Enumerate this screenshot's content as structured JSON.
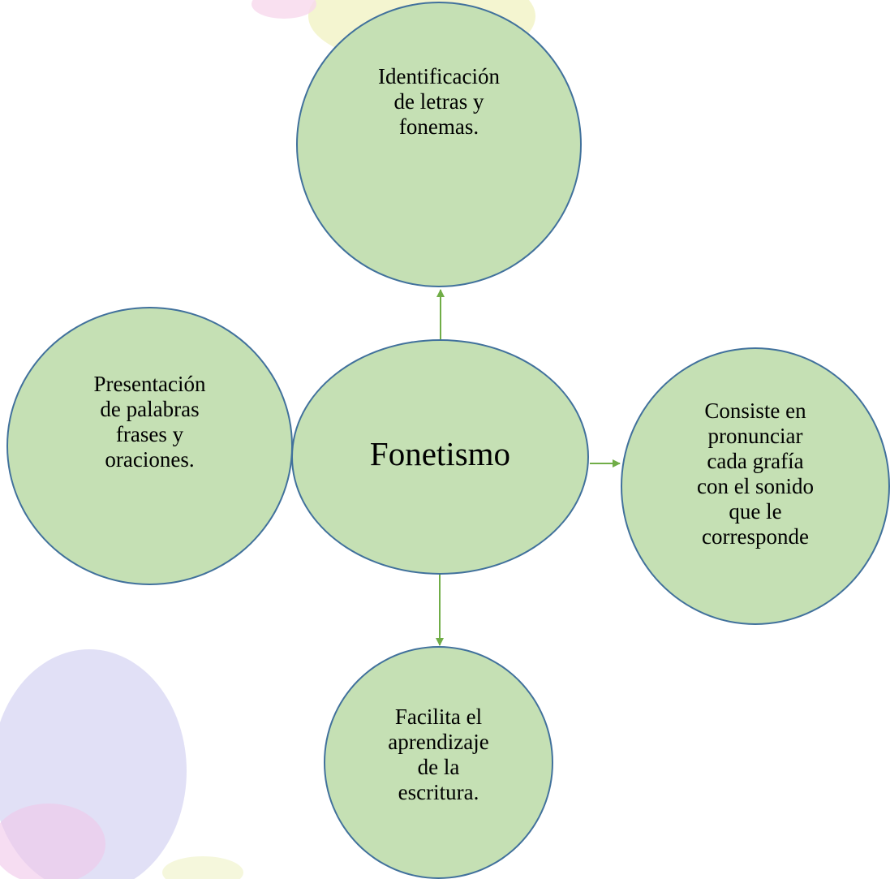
{
  "diagram": {
    "center": {
      "label": "Fonetismo"
    },
    "nodes": {
      "top": {
        "label": "Identificación\nde letras y\nfonemas."
      },
      "left": {
        "label": "Presentación\nde palabras\nfrases  y\noraciones."
      },
      "right": {
        "label": "Consiste en\npronunciar\ncada grafía\ncon el sonido\nque le\ncorresponde"
      },
      "bottom": {
        "label": "Facilita el\naprendizaje\nde la\nescritura."
      }
    },
    "colors": {
      "node_fill": "#c5e0b4",
      "node_border": "#41719c",
      "arrow": "#70ad47"
    }
  }
}
